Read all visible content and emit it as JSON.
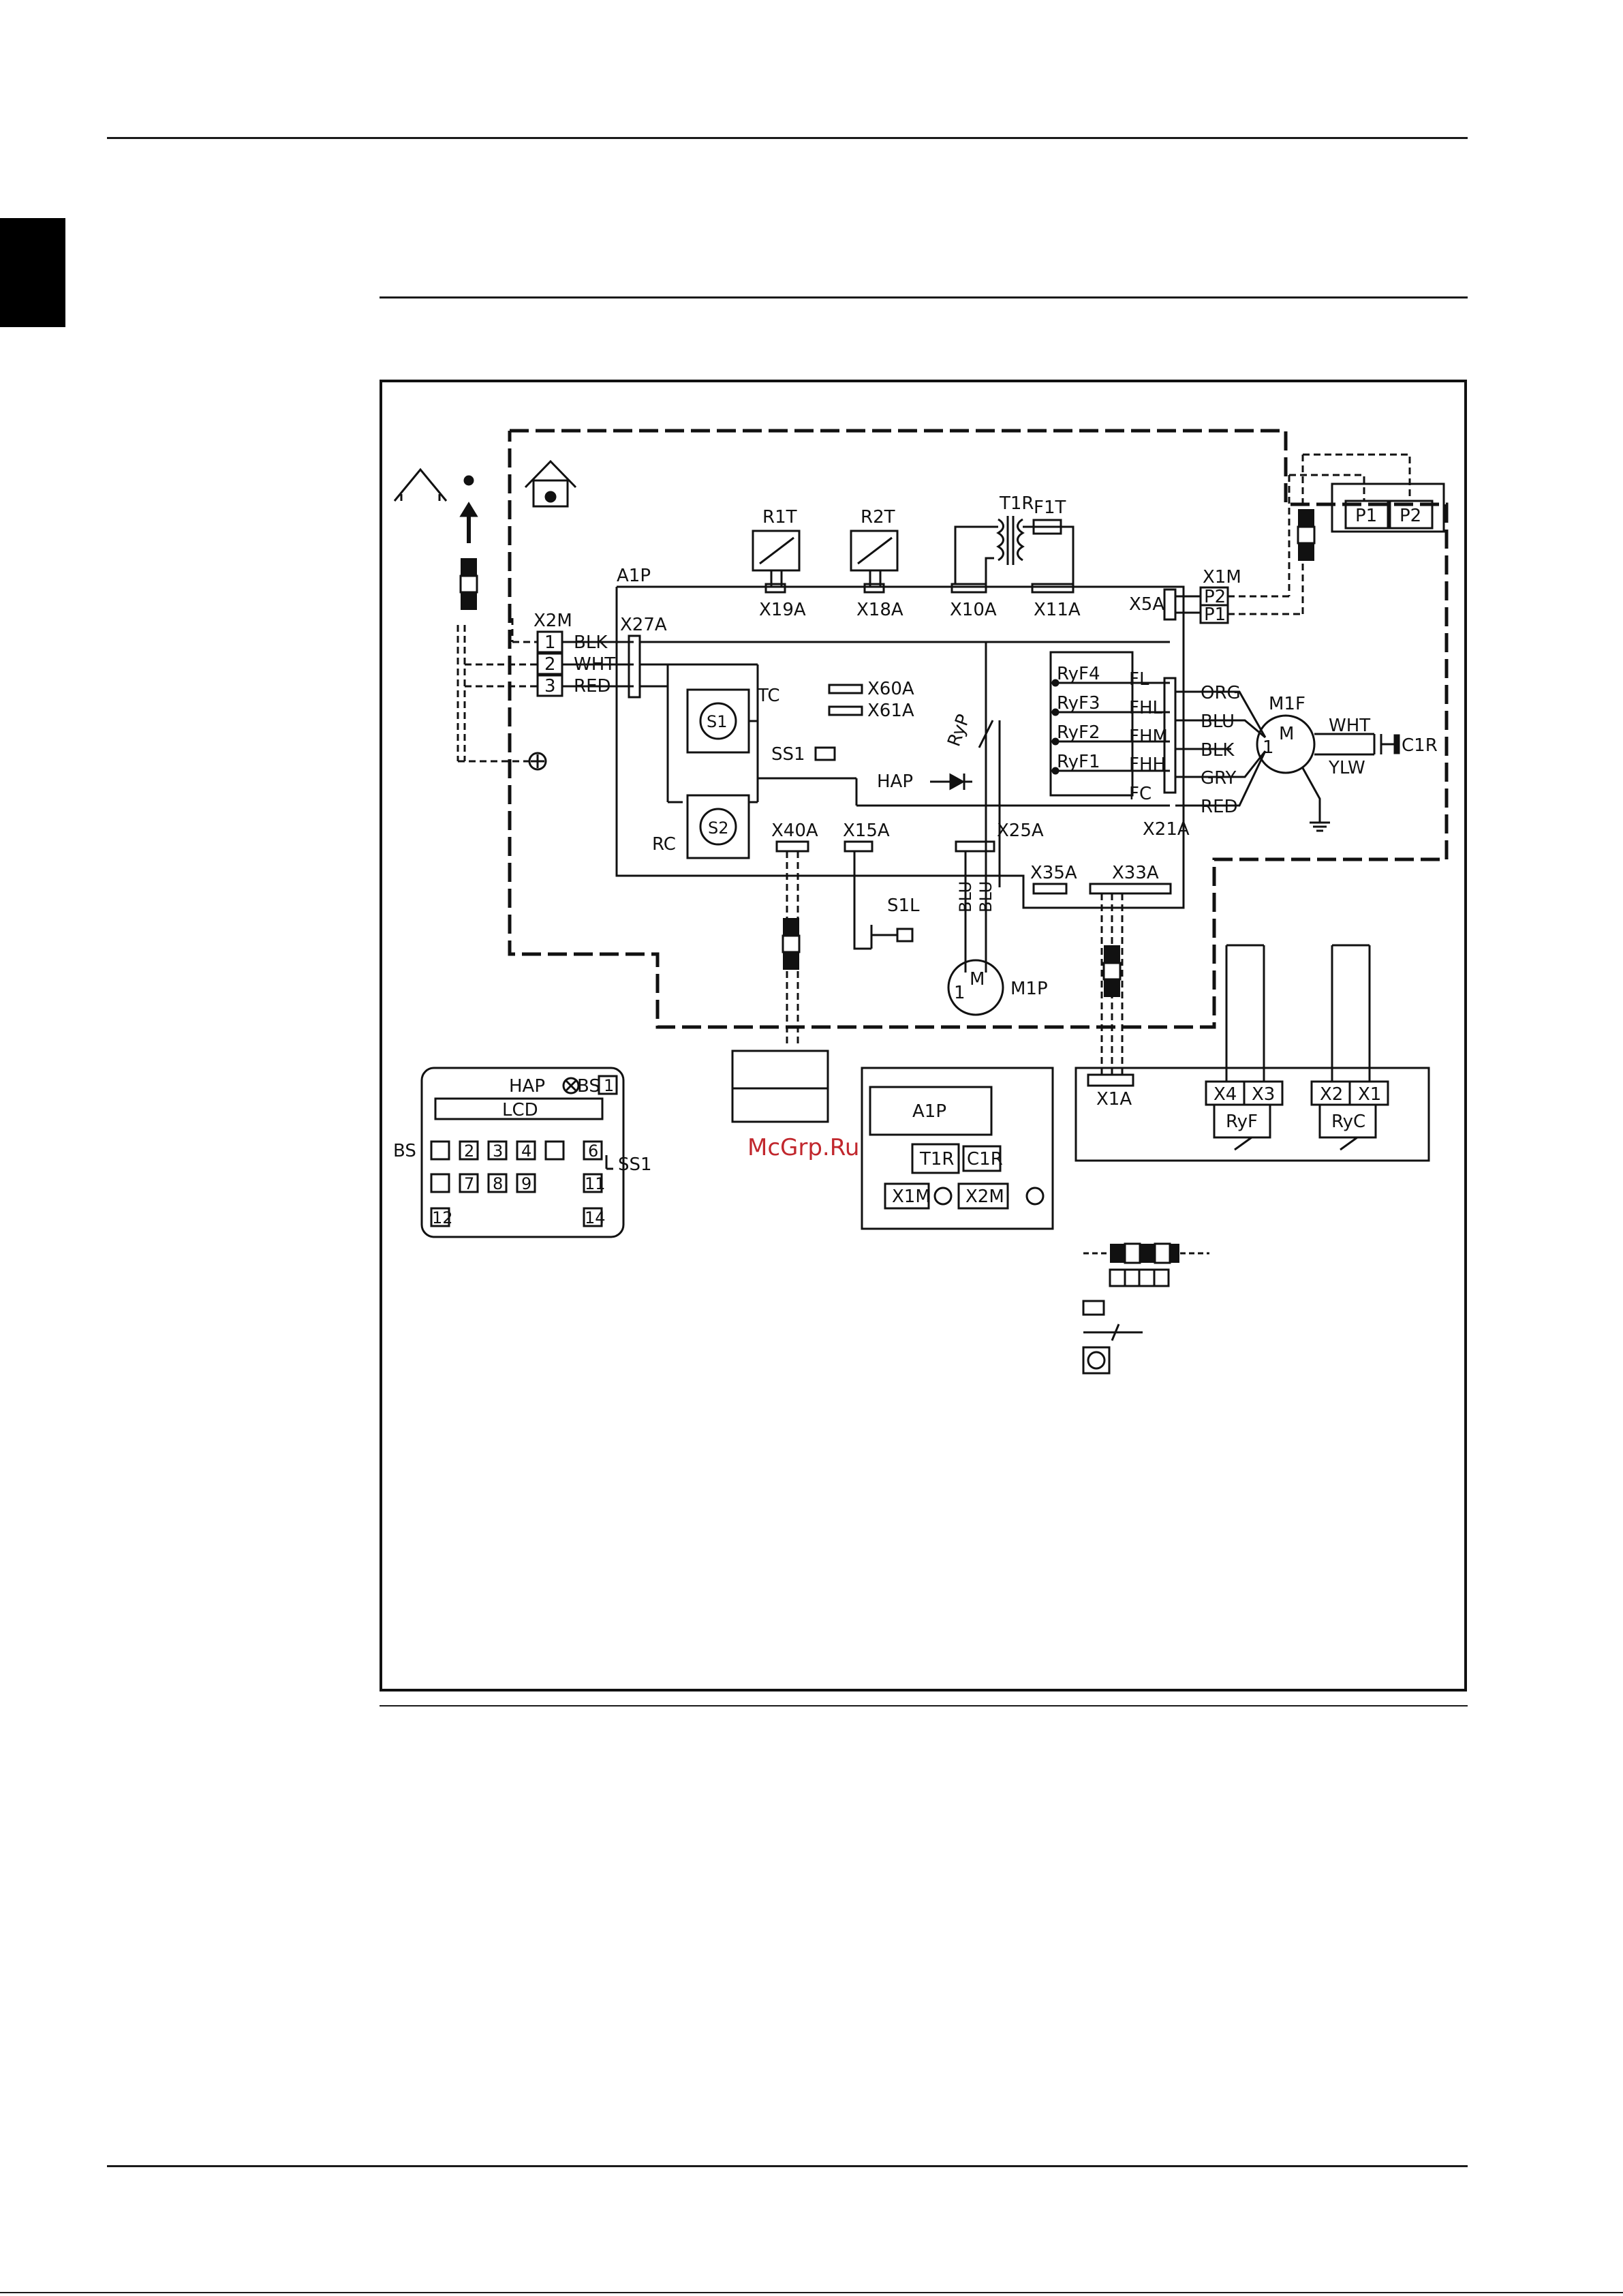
{
  "watermark": "McGrp.Ru",
  "components": {
    "a1p": "A1P",
    "r1t": "R1T",
    "r2t": "R2T",
    "t1r": "T1R",
    "f1t": "F1T",
    "x2m": "X2M",
    "x27a": "X27A",
    "x19a": "X19A",
    "x18a": "X18A",
    "x10a": "X10A",
    "x11a": "X11A",
    "x5a": "X5A",
    "x1m": "X1M",
    "p1": "P1",
    "p2": "P2",
    "x60a": "X60A",
    "x61a": "X61A",
    "ss1": "SS1",
    "hap": "HAP",
    "ryp": "RyP",
    "tc": "TC",
    "rc": "RC",
    "x40a": "X40A",
    "x15a": "X15A",
    "s1l": "S1L",
    "x25a": "X25A",
    "x35a": "X35A",
    "x33a": "X33A",
    "x21a": "X21A",
    "m1f": "M1F",
    "c1r": "C1R",
    "m1p": "M1P",
    "x1a": "X1A",
    "x4": "X4",
    "x3": "X3",
    "x2": "X2",
    "x1": "X1",
    "ryf": "RyF",
    "ryc": "RyC",
    "ryf1": "RyF1",
    "ryf2": "RyF2",
    "ryf3": "RyF3",
    "ryf4": "RyF4",
    "fl": "FL",
    "fhl": "FHL",
    "fhm": "FHM",
    "fhh": "FHH",
    "fc": "FC",
    "m": "M",
    "one": "1",
    "s1": "S1",
    "s2": "S2"
  },
  "wires_left": [
    "BLK",
    "WHT",
    "RED"
  ],
  "terminals_left": [
    "1",
    "2",
    "3"
  ],
  "wires_fan": [
    "ORG",
    "BLU",
    "BLK",
    "GRY",
    "RED"
  ],
  "wires_fan_cap": [
    "WHT",
    "YLW"
  ],
  "wires_pump": [
    "BLU",
    "BLU"
  ],
  "remote_panel": {
    "hap": "HAP",
    "bs": "BS",
    "lcd": "LCD",
    "ss1": "SS1",
    "buttons_row1": [
      "1"
    ],
    "buttons_row2": [
      "",
      "2",
      "3",
      "4",
      "",
      "6"
    ],
    "buttons_row3": [
      "",
      "7",
      "8",
      "9",
      "11"
    ],
    "buttons_row4": [
      "12",
      "14"
    ]
  },
  "layout_box": {
    "a1p": "A1P",
    "t1r": "T1R",
    "c1r": "C1R",
    "x1m": "X1M",
    "x2m": "X2M"
  },
  "colors": {
    "ink": "#111111",
    "watermark": "#c1272d"
  }
}
